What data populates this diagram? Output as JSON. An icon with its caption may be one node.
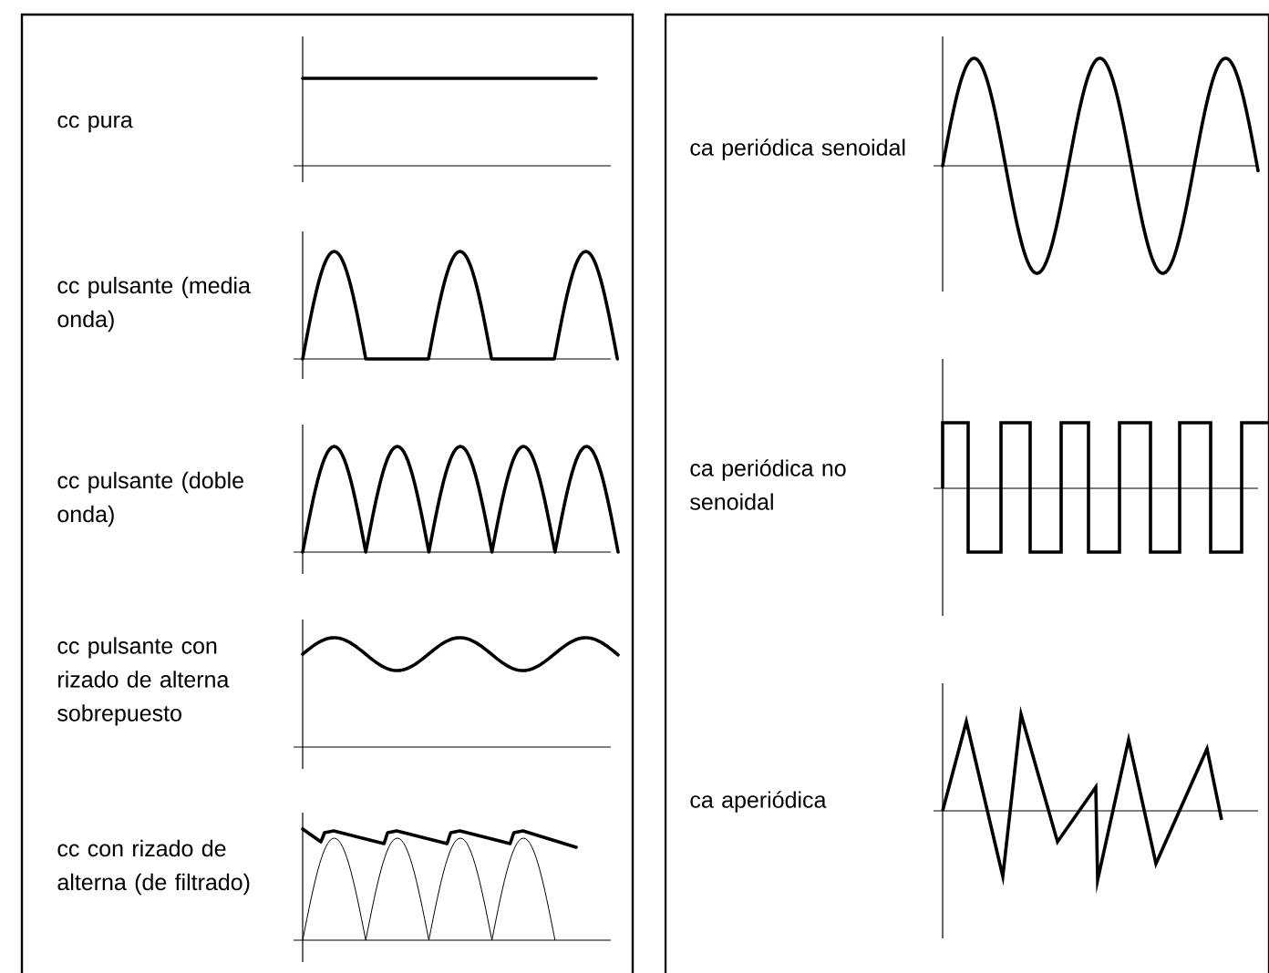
{
  "diagram": {
    "nodes": [
      {
        "text": [
          "cc pura",
          "cc pulsante (media onda)",
          "cc pulsante (doble onda)",
          "cc pulsante con rizado de alterna sobrepuesto",
          "cc con rizado de alterna (de filtrado)"
        ]
      },
      {
        "text": [
          "ca periódica senoidal",
          "ca periódica no senoidal",
          "ca aperiódica"
        ]
      }
    ]
  }
}
